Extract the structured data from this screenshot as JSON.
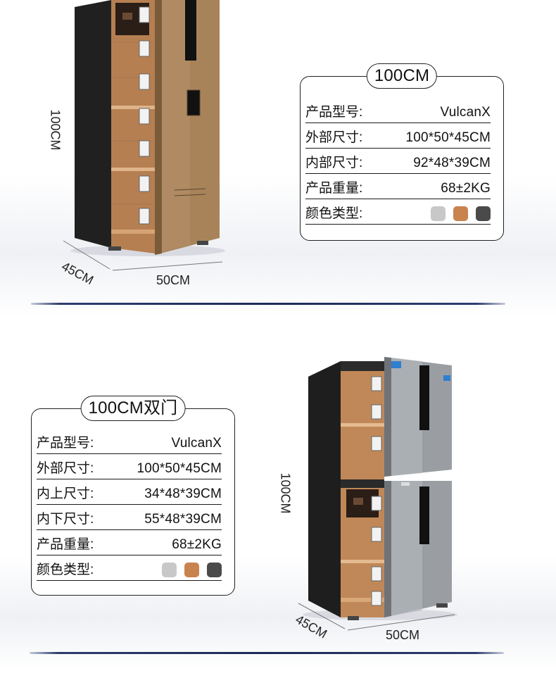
{
  "colors": {
    "gold_body": "#a8835a",
    "gold_dark": "#7a5c3a",
    "silver_body": "#9a9ea3",
    "interior": "#c08858",
    "shell": "#1a1a1a",
    "divider": "#1c2b58"
  },
  "single_door": {
    "card_title": "100CM",
    "specs": [
      {
        "label": "产品型号:",
        "value": "VulcanX"
      },
      {
        "label": "外部尺寸:",
        "value": "100*50*45CM"
      },
      {
        "label": "内部尺寸:",
        "value": "92*48*39CM"
      },
      {
        "label": "产品重量:",
        "value": "68±2KG"
      }
    ],
    "color_label": "颜色类型:",
    "swatches": [
      "#c8c8c8",
      "#c9834f",
      "#4a4a4a"
    ],
    "dims": {
      "height": "100CM",
      "depth": "45CM",
      "width": "50CM"
    }
  },
  "double_door": {
    "card_title": "100CM双门",
    "specs": [
      {
        "label": "产品型号:",
        "value": "VulcanX"
      },
      {
        "label": "外部尺寸:",
        "value": "100*50*45CM"
      },
      {
        "label": "内上尺寸:",
        "value": "34*48*39CM"
      },
      {
        "label": "内下尺寸:",
        "value": "55*48*39CM"
      },
      {
        "label": "产品重量:",
        "value": "68±2KG"
      }
    ],
    "color_label": "颜色类型:",
    "swatches": [
      "#c8c8c8",
      "#c9834f",
      "#4a4a4a"
    ],
    "dims": {
      "height": "100CM",
      "depth": "45CM",
      "width": "50CM"
    }
  }
}
